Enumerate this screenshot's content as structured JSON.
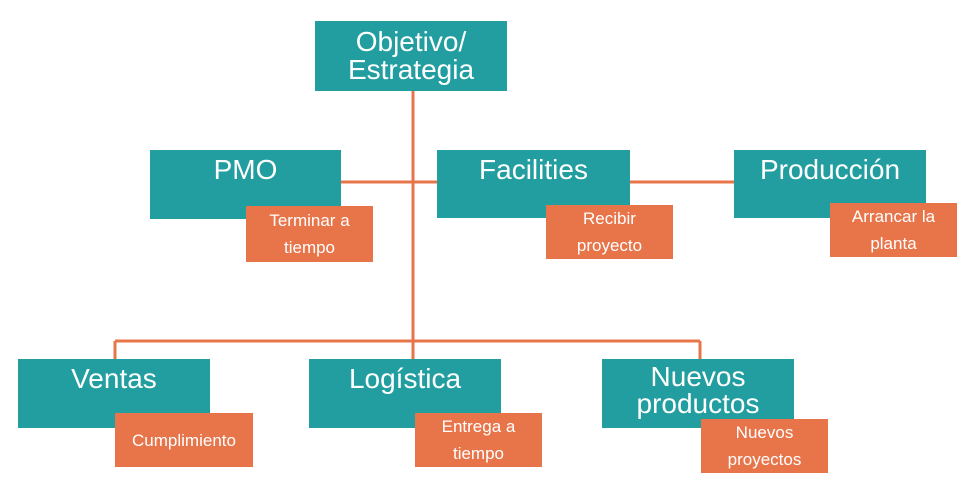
{
  "colors": {
    "primary": "#229ea1",
    "secondary": "#e8744a",
    "connector": "#e8744a",
    "text": "#ffffff"
  },
  "root": {
    "label": "Objetivo/\nEstrategia"
  },
  "upper_branches": [
    {
      "id": "pmo",
      "label": "PMO",
      "task": "Terminar a\ntiempo"
    },
    {
      "id": "facilities",
      "label": "Facilities",
      "task": "Recibir\nproyecto"
    },
    {
      "id": "produccion",
      "label": "Producción",
      "task": "Arrancar la\nplanta"
    }
  ],
  "lower_branches": [
    {
      "id": "ventas",
      "label": "Ventas",
      "task": "Cumplimiento"
    },
    {
      "id": "logistica",
      "label": "Logística",
      "task": "Entrega a\ntiempo"
    },
    {
      "id": "nuevos-productos",
      "label": "Nuevos\nproductos",
      "task": "Nuevos\nproyectos"
    }
  ]
}
